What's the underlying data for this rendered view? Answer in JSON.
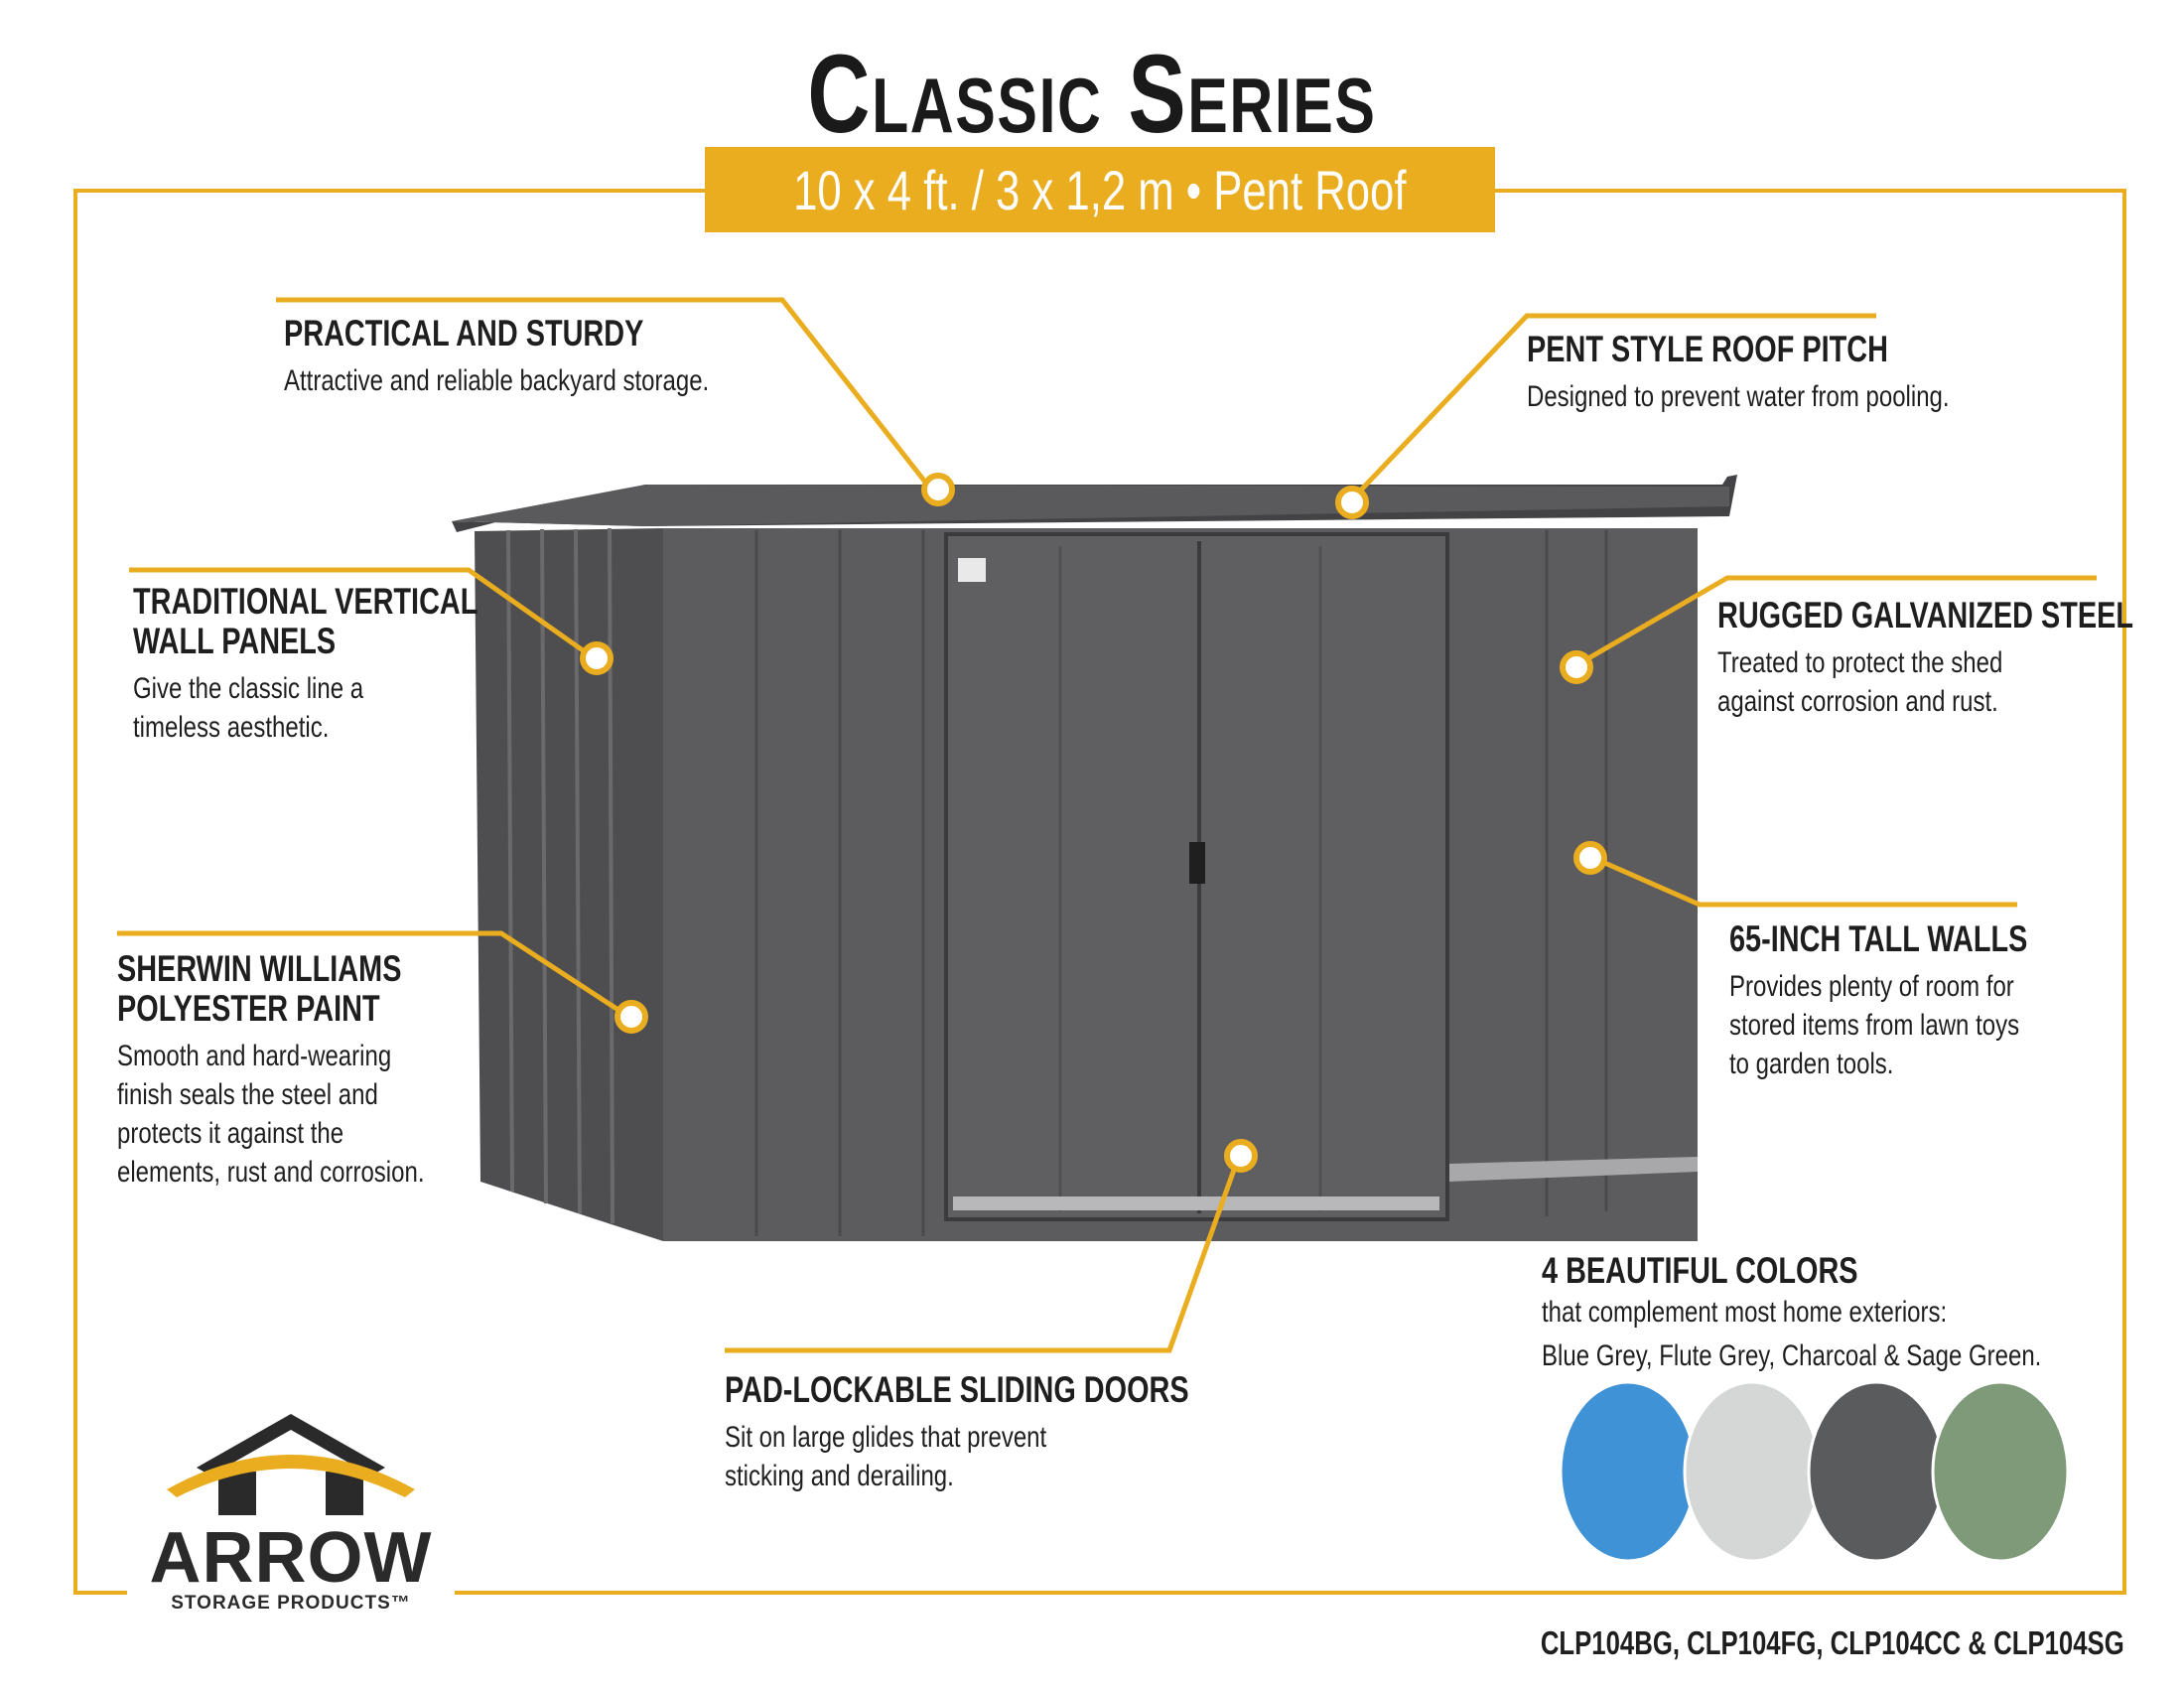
{
  "header": {
    "title": "Classic Series",
    "subtitle": "10 x 4 ft. / 3 x 1,2 m  •  Pent Roof"
  },
  "colors": {
    "accent": "#e9ad1f",
    "shed_body": "#5c5c5e",
    "text": "#1e1e1e"
  },
  "callouts": {
    "practical": {
      "heading": "PRACTICAL AND STURDY",
      "desc": "Attractive and reliable backyard storage."
    },
    "pent_roof": {
      "heading": "PENT STYLE ROOF PITCH",
      "desc": "Designed to prevent water from pooling."
    },
    "vertical_panels": {
      "heading": "TRADITIONAL VERTICAL\nWALL PANELS",
      "desc": "Give the classic line a\ntimeless aesthetic."
    },
    "galvanized": {
      "heading": "RUGGED GALVANIZED STEEL",
      "desc": "Treated to protect the shed\nagainst corrosion and rust."
    },
    "paint": {
      "heading": "SHERWIN WILLIAMS\nPOLYESTER PAINT",
      "desc": "Smooth and hard-wearing\nfinish seals the steel and\nprotects it against the\nelements, rust and corrosion."
    },
    "walls": {
      "heading": "65-INCH TALL WALLS",
      "desc": "Provides plenty of room for\nstored items from lawn toys\nto garden tools."
    },
    "doors": {
      "heading": "PAD-LOCKABLE SLIDING DOORS",
      "desc": "Sit on large glides that prevent\nsticking and derailing."
    }
  },
  "color_options": {
    "heading": "4 BEAUTIFUL COLORS",
    "desc": "that complement most home exteriors:\nBlue Grey, Flute Grey, Charcoal & Sage Green.",
    "swatches": [
      {
        "name": "Blue Grey",
        "hex": "#3f92d6"
      },
      {
        "name": "Flute Grey",
        "hex": "#d5d6d6"
      },
      {
        "name": "Charcoal",
        "hex": "#5a5b5d"
      },
      {
        "name": "Sage Green",
        "hex": "#7f9a78"
      }
    ]
  },
  "logo": {
    "wordmark": "ARROW",
    "tagline": "STORAGE PRODUCTS™"
  },
  "models": "CLP104BG, CLP104FG, CLP104CC & CLP104SG"
}
